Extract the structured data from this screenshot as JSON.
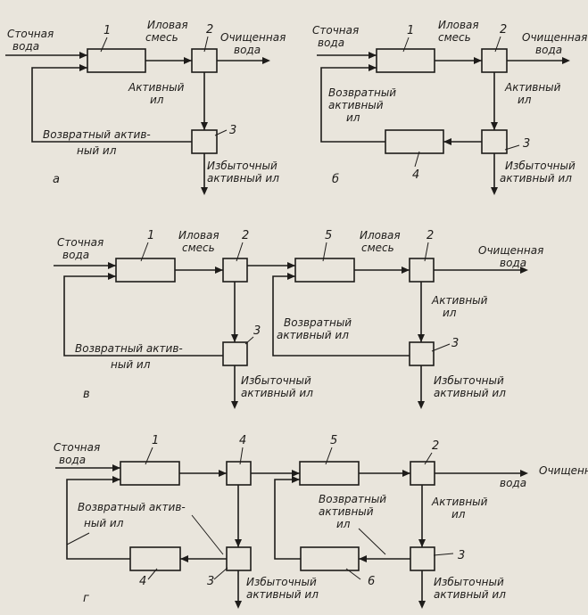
{
  "labels": {
    "wastewater": "Сточная вода",
    "wastewater_l1": "Сточная",
    "wastewater_l2": "вода",
    "mixed_liquor_l1": "Иловая",
    "mixed_liquor_l2": "смесь",
    "treated_l1": "Очищенная",
    "treated_l2": "вода",
    "activated_sludge_l1": "Активный",
    "activated_sludge_l2": "ил",
    "return_sludge_a_l1": "Возвратный актив-",
    "return_sludge_a_l2": "ный ил",
    "return_sludge_b_l1": "Возвратный",
    "return_sludge_b_l2": "активный",
    "return_sludge_b_l3": "ил",
    "return_sludge_v2_l1": "Возвратный",
    "return_sludge_v2_l2": "активный ил",
    "return_sludge_g_l1": "Возвратный актив-",
    "return_sludge_g_l2": "ный ил",
    "excess_sludge_l1": "Избыточный",
    "excess_sludge_l2": "активный ил",
    "excess_sludge_b_l2": "активный ил"
  },
  "panels": [
    {
      "id": "a",
      "letter": "а"
    },
    {
      "id": "b",
      "letter": "б"
    },
    {
      "id": "v",
      "letter": "в"
    },
    {
      "id": "g",
      "letter": "г"
    }
  ],
  "numbers": [
    "1",
    "2",
    "3",
    "4",
    "5",
    "6"
  ]
}
